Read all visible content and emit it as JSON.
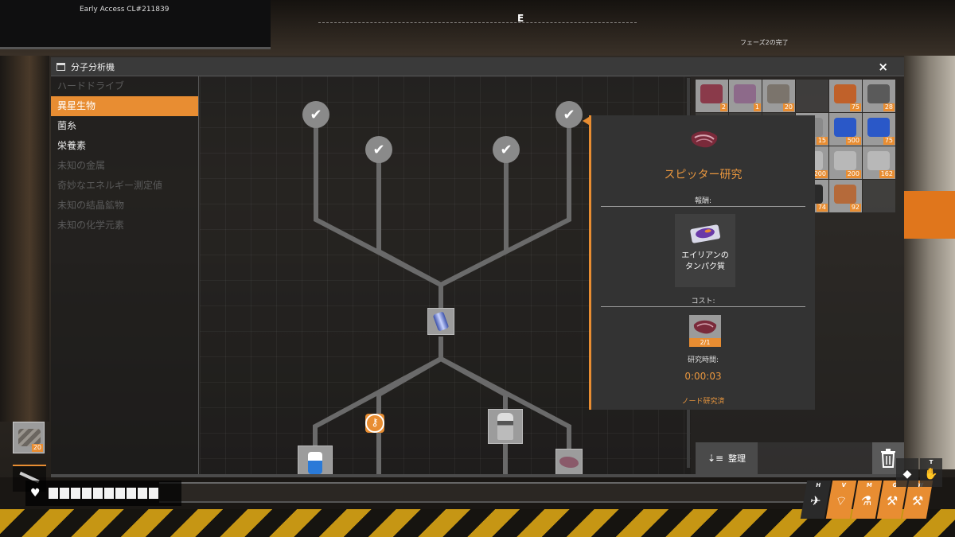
{
  "hud": {
    "version": "Early Access CL#211839",
    "compass_heading": "E",
    "goal_text": "フェーズ2の完了",
    "hotbar_count": "20",
    "health_segments": 10,
    "hotkeys_bottom": [
      {
        "key": "H",
        "icon": "✈"
      },
      {
        "key": "V",
        "icon": "⌔"
      },
      {
        "key": "M",
        "icon": "⚗"
      },
      {
        "key": "G",
        "icon": "⚒"
      },
      {
        "key": "W",
        "icon": "⚒"
      }
    ],
    "hotkeys_top": [
      {
        "key": "",
        "icon": "◆"
      },
      {
        "key": "T",
        "icon": "✋"
      }
    ]
  },
  "window": {
    "title": "分子分析機",
    "close_label": "×"
  },
  "categories": [
    {
      "label": "ハードドライブ",
      "state": "dim"
    },
    {
      "label": "異星生物",
      "state": "active"
    },
    {
      "label": "菌糸",
      "state": "normal"
    },
    {
      "label": "栄養素",
      "state": "normal"
    },
    {
      "label": "未知の金属",
      "state": "dim"
    },
    {
      "label": "奇妙なエネルギー測定値",
      "state": "dim"
    },
    {
      "label": "未知の結晶鉱物",
      "state": "dim"
    },
    {
      "label": "未知の化学元素",
      "state": "dim"
    }
  ],
  "tree": {
    "completed_check": "✔"
  },
  "inventory": {
    "slots": [
      {
        "count": "2",
        "color": "#8a3a4a"
      },
      {
        "count": "1",
        "color": "#8d6a8a"
      },
      {
        "count": "20",
        "color": "#7b746c"
      },
      {
        "count": "",
        "color": ""
      },
      {
        "count": "75",
        "color": "#c0612a"
      },
      {
        "count": "28",
        "color": "#5a5a5a"
      },
      {
        "count": "",
        "color": ""
      },
      {
        "count": "",
        "color": ""
      },
      {
        "count": "",
        "color": ""
      },
      {
        "count": "15",
        "color": "#8a8a8a"
      },
      {
        "count": "500",
        "color": "#2a58c8"
      },
      {
        "count": "75",
        "color": "#2a58c8"
      },
      {
        "count": "",
        "color": ""
      },
      {
        "count": "",
        "color": ""
      },
      {
        "count": "",
        "color": ""
      },
      {
        "count": "200",
        "color": "#b8b8b8"
      },
      {
        "count": "200",
        "color": "#b8b8b8"
      },
      {
        "count": "162",
        "color": "#b8b8b8"
      },
      {
        "count": "",
        "color": ""
      },
      {
        "count": "",
        "color": ""
      },
      {
        "count": "",
        "color": ""
      },
      {
        "count": "74",
        "color": "#2a2a2a"
      },
      {
        "count": "92",
        "color": "#b56a3a"
      },
      {
        "count": "",
        "color": ""
      }
    ],
    "sort_label": "整理"
  },
  "detail": {
    "name": "スピッター研究",
    "reward_label": "報酬:",
    "reward_item": "エイリアンのタンパク質",
    "cost_label": "コスト:",
    "cost_count": "2/1",
    "time_label": "研究時間:",
    "time_value": "0:00:03",
    "status": "ノード研究済"
  },
  "colors": {
    "accent": "#e88d32",
    "panel": "#333333"
  }
}
